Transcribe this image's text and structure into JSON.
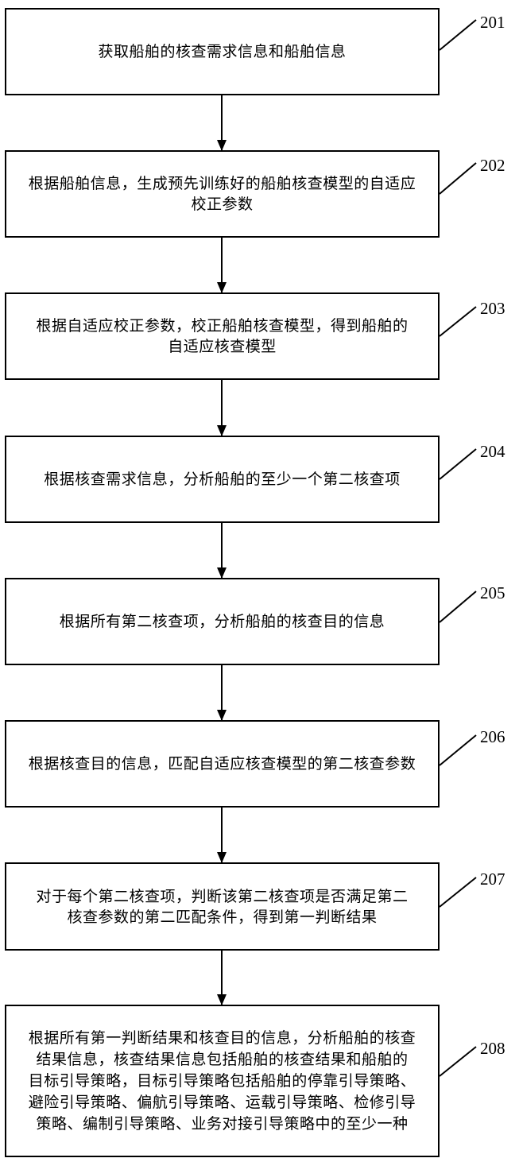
{
  "steps": [
    {
      "id": "201",
      "text": "获取船舶的核查需求信息和船舶信息"
    },
    {
      "id": "202",
      "text": "根据船舶信息，生成预先训练好的船舶核查模型的自适应\n校正参数"
    },
    {
      "id": "203",
      "text": "根据自适应校正参数，校正船舶核查模型，得到船舶的\n自适应核查模型"
    },
    {
      "id": "204",
      "text": "根据核查需求信息，分析船舶的至少一个第二核查项"
    },
    {
      "id": "205",
      "text": "根据所有第二核查项，分析船舶的核查目的信息"
    },
    {
      "id": "206",
      "text": "根据核查目的信息，匹配自适应核查模型的第二核查参数"
    },
    {
      "id": "207",
      "text": "对于每个第二核查项，判断该第二核查项是否满足第二\n核查参数的第二匹配条件，得到第一判断结果"
    },
    {
      "id": "208",
      "text": "根据所有第一判断结果和核查目的信息，分析船舶的核查\n结果信息，核查结果信息包括船舶的核查结果和船舶的\n目标引导策略，目标引导策略包括船舶的停靠引导策略、\n避险引导策略、偏航引导策略、运载引导策略、检修引导\n策略、编制引导策略、业务对接引导策略中的至少一种"
    }
  ]
}
